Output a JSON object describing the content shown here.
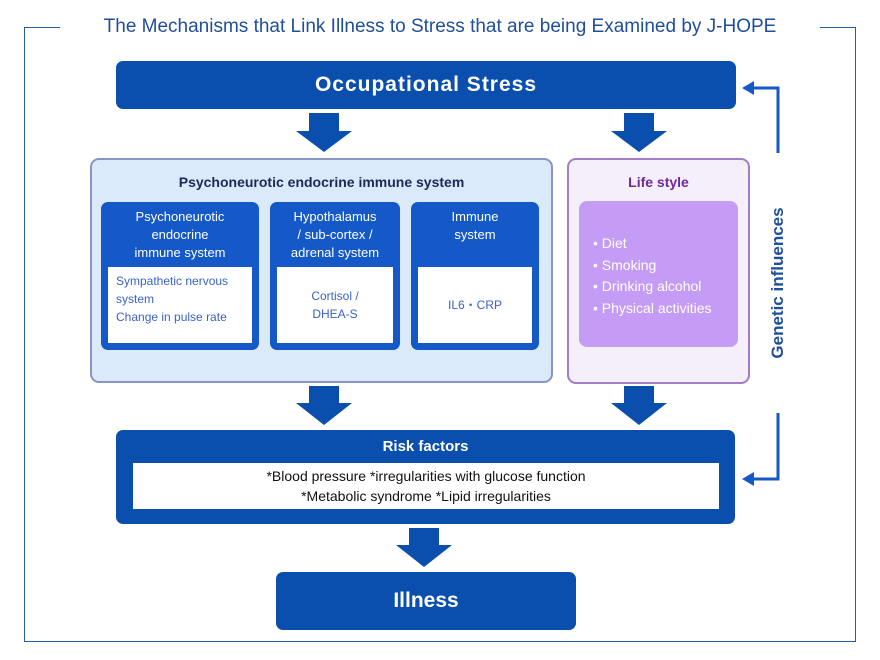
{
  "title": "The Mechanisms that Link Illness to Stress that are being Examined by J-HOPE",
  "stress": "Occupational Stress",
  "pneis": {
    "title": "Psychoneurotic endocrine immune system",
    "boxes": [
      {
        "head": [
          "Psychoneurotic",
          "endocrine",
          "immune system"
        ],
        "body": [
          "Sympathetic nervous",
          "system",
          "Change in pulse rate"
        ]
      },
      {
        "head": [
          "Hypothalamus",
          "/ sub-cortex /",
          "adrenal system"
        ],
        "body": [
          "Cortisol /",
          "DHEA-S"
        ]
      },
      {
        "head": [
          "Immune",
          "system"
        ],
        "body": [
          "IL6・CRP"
        ]
      }
    ]
  },
  "lifestyle": {
    "title": "Life style",
    "items": [
      "Diet",
      "Smoking",
      "Drinking alcohol",
      "Physical activities"
    ]
  },
  "risk": {
    "title": "Risk factors",
    "lines": [
      "*Blood pressure *irregularities with glucose function",
      "*Metabolic syndrome *Lipid irregularities"
    ]
  },
  "illness": "Illness",
  "genetic": "Genetic influences",
  "colors": {
    "primary": "#0a4fae",
    "accent": "#1459c7",
    "panel": "#dbeafa",
    "lifestyle": "#c49bf5",
    "lifestyle_title": "#6e2a96",
    "title_text": "#1f4e9c"
  },
  "icons": [
    "down-arrow-icon",
    "bracket-arrow-icon",
    "connector-arrow-icon"
  ]
}
